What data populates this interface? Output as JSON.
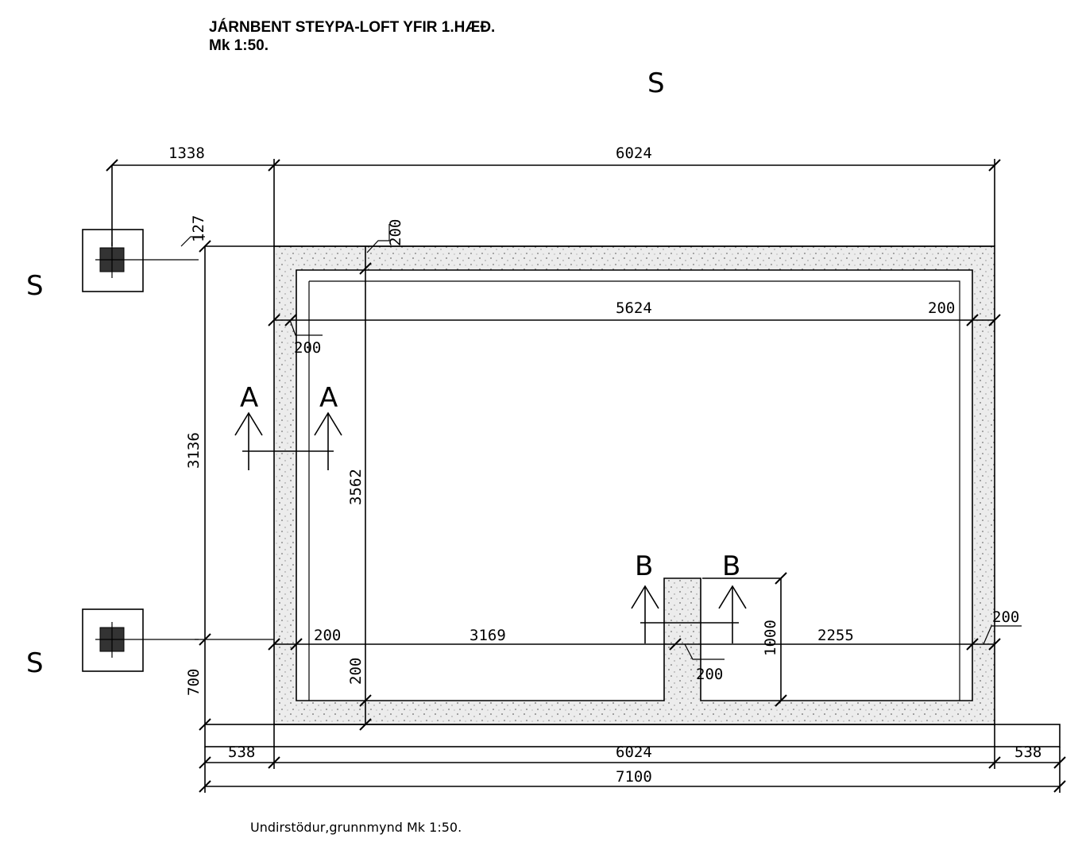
{
  "title": {
    "line1": "JÁRNBENT STEYPA-LOFT YFIR 1.HÆÐ.",
    "line2": "Mk 1:50."
  },
  "section_marks": {
    "s_top": "S",
    "s_left_top": "S",
    "s_left_bottom": "S",
    "a_left": "A",
    "a_right": "A",
    "b_left": "B",
    "b_right": "B"
  },
  "dimensions": {
    "top_1338": "1338",
    "top_6024": "6024",
    "d_127": "127",
    "d_200_top": "200",
    "inner_5624": "5624",
    "d_200_right": "200",
    "d_200_left": "200",
    "left_3136": "3136",
    "left_3562": "3562",
    "left_700": "700",
    "bottom_200_left": "200",
    "bottom_3169": "3169",
    "bottom_1000": "1000",
    "bottom_2255": "2255",
    "bottom_200_right": "200",
    "vert_200": "200",
    "d_200_mid": "200",
    "base_538_left": "538",
    "base_6024": "6024",
    "base_538_right": "538",
    "base_7100": "7100"
  },
  "caption": "Undirstödur,grunnmynd Mk 1:50."
}
